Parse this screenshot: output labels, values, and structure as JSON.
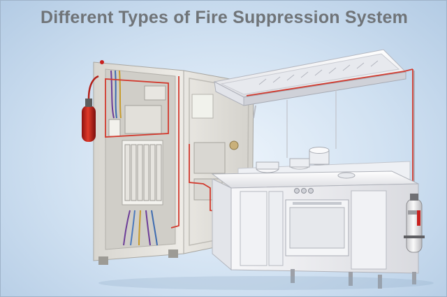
{
  "title": "Different Types of Fire Suppression System",
  "illustration": {
    "subjects": [
      "electrical-cabinet",
      "fire-extinguisher-cylinder",
      "kitchen-exhaust-hood",
      "commercial-stove",
      "suppression-tank"
    ],
    "colors": {
      "background": "#cfe0f1",
      "title_text": "#707478",
      "fire_red": "#c8201e",
      "detection_line": "#d23a2e",
      "steel": "#f2f2f4",
      "cabinet_grey": "#e4e2dd"
    }
  }
}
